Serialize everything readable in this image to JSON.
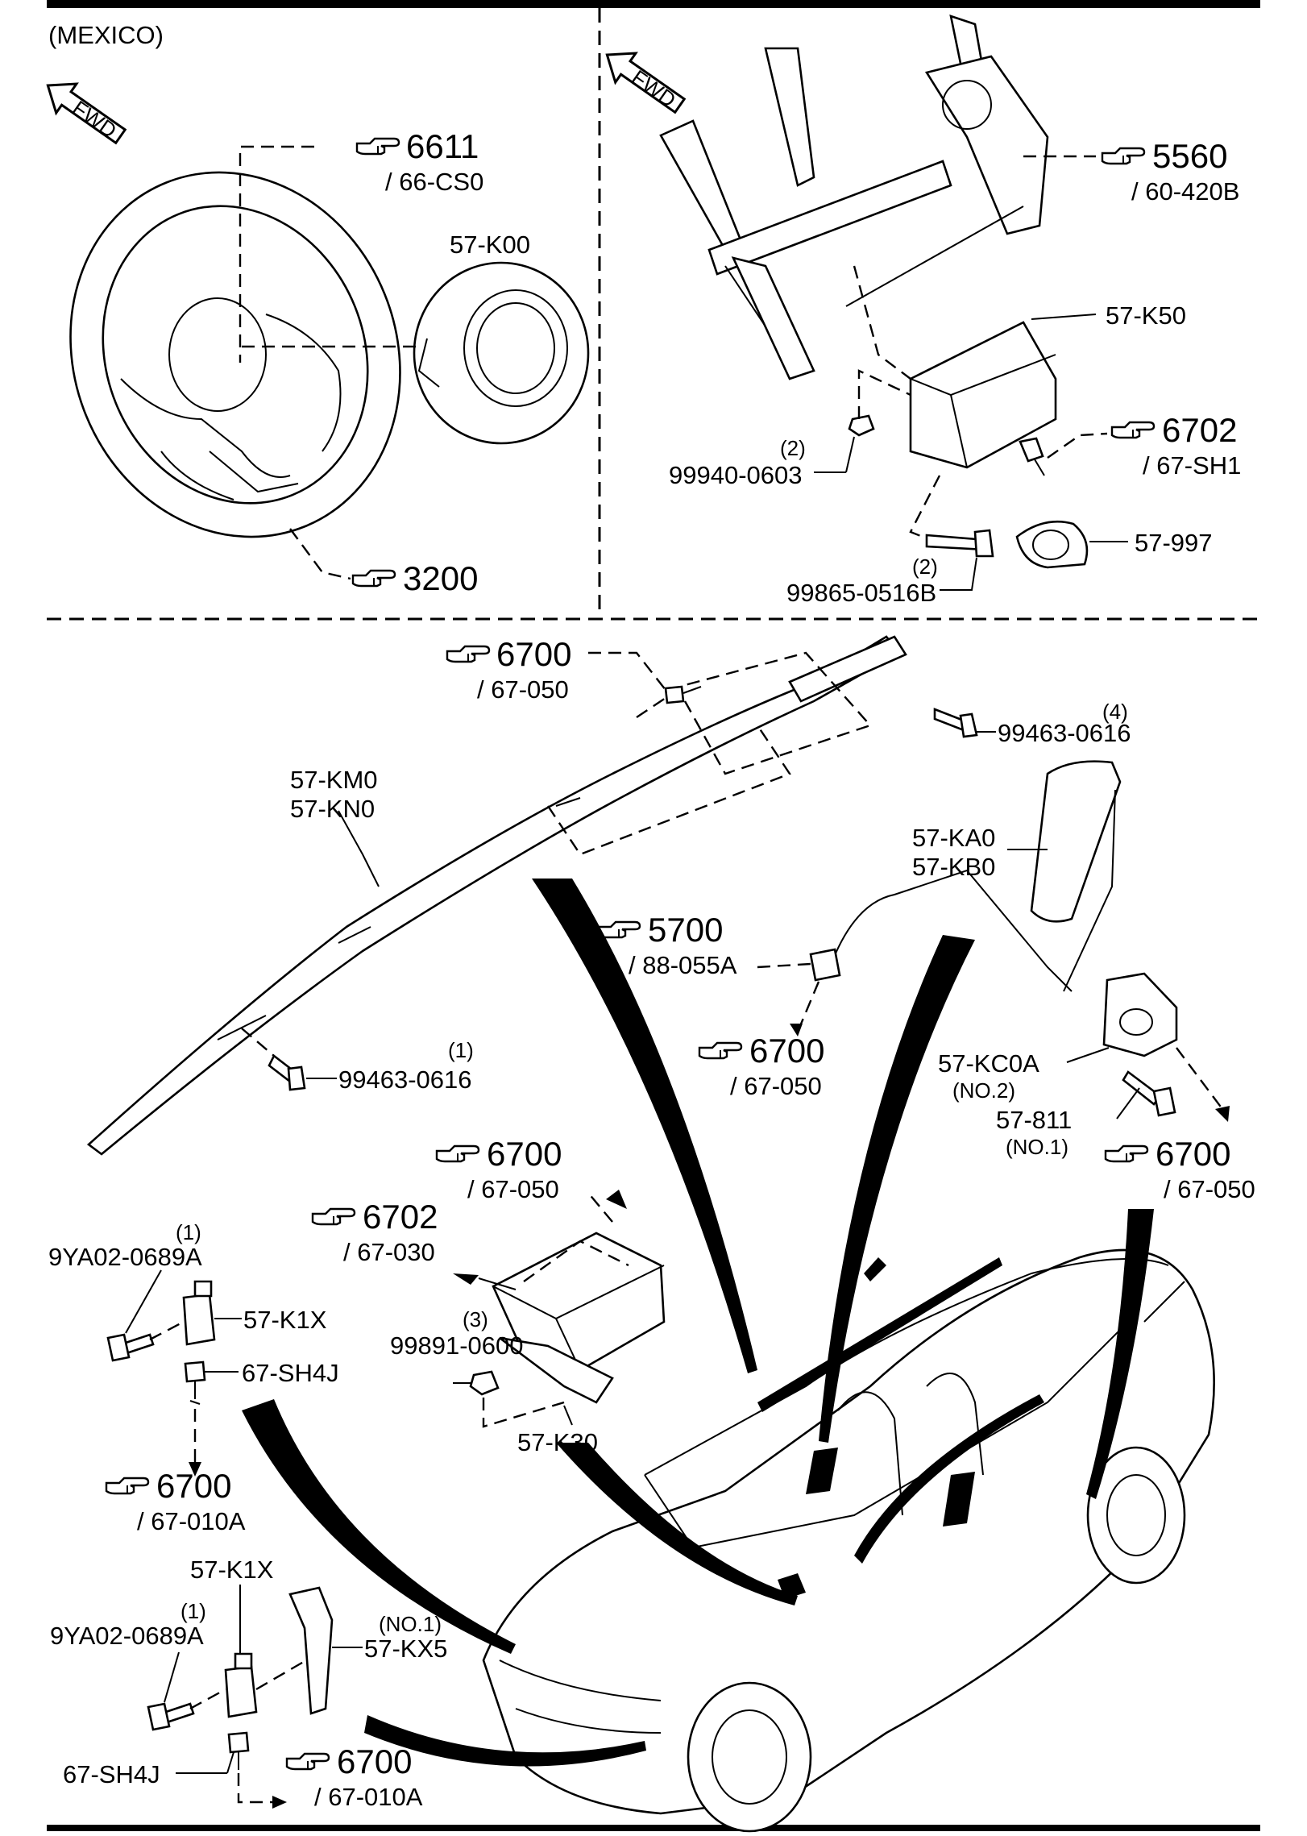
{
  "region_label": "(MEXICO)",
  "fwd_label": "FWD",
  "refs": {
    "r6611": {
      "number": "6611",
      "sub": "/ 66-CS0"
    },
    "r3200": {
      "number": "3200"
    },
    "r5560": {
      "number": "5560",
      "sub": "/ 60-420B"
    },
    "r6702a": {
      "number": "6702",
      "sub": "/ 67-SH1"
    },
    "r6700a": {
      "number": "6700",
      "sub": "/ 67-050"
    },
    "r5700": {
      "number": "5700",
      "sub": "/ 88-055A"
    },
    "r6700b": {
      "number": "6700",
      "sub": "/ 67-050"
    },
    "r6700c": {
      "number": "6700",
      "sub": "/ 67-050"
    },
    "r6700d": {
      "number": "6700",
      "sub": "/ 67-050"
    },
    "r6702b": {
      "number": "6702",
      "sub": "/ 67-030"
    },
    "r6700e": {
      "number": "6700",
      "sub": "/ 67-010A"
    },
    "r6700f": {
      "number": "6700",
      "sub": "/ 67-010A"
    }
  },
  "parts": {
    "p57K00": "57-K00",
    "p57K50": "57-K50",
    "p99940_qty": "(2)",
    "p99940": "99940-0603",
    "p57_997": "57-997",
    "p99865_qty": "(2)",
    "p99865": "99865-0516B",
    "p99463a_qty": "(4)",
    "p99463a": "99463-0616",
    "p57KM0": "57-KM0",
    "p57KN0": "57-KN0",
    "p57KA0": "57-KA0",
    "p57KB0": "57-KB0",
    "p99463b_qty": "(1)",
    "p99463b": "99463-0616",
    "p57KC0A": "57-KC0A",
    "p57KC0A_note": "(NO.2)",
    "p57_811": "57-811",
    "p57_811_note": "(NO.1)",
    "p9YA02a_qty": "(1)",
    "p9YA02a": "9YA02-0689A",
    "p57K1Xa": "57-K1X",
    "p67SH4Ja": "67-SH4J",
    "p99891_qty": "(3)",
    "p99891": "99891-0600",
    "p57K30": "57-K30",
    "p57K1Xb": "57-K1X",
    "p9YA02b_qty": "(1)",
    "p9YA02b": "9YA02-0689A",
    "p57KX5_note": "(NO.1)",
    "p57KX5": "57-KX5",
    "p67SH4Jb": "67-SH4J"
  }
}
